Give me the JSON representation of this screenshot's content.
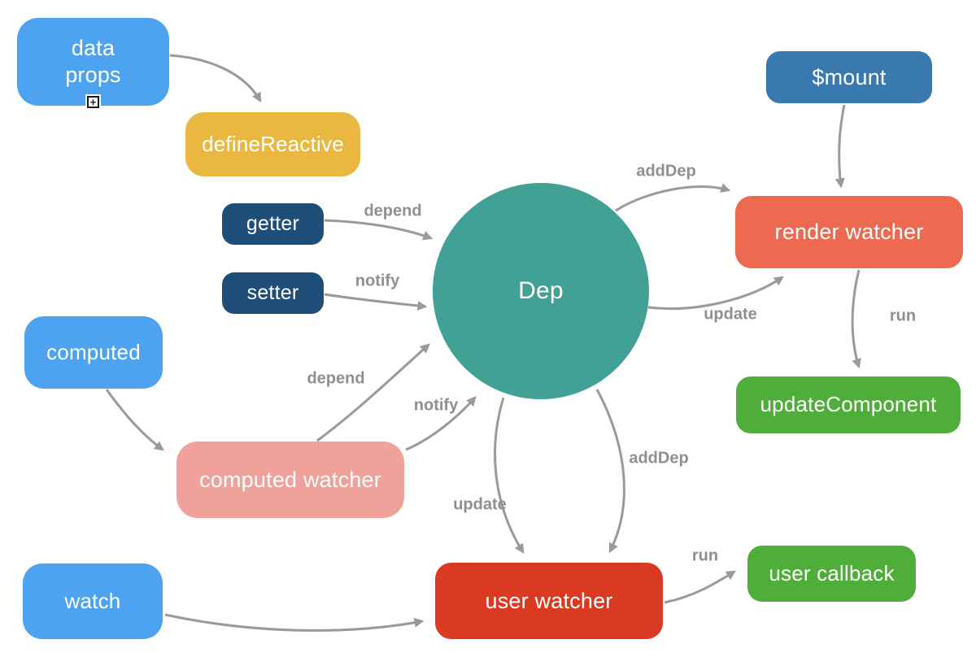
{
  "colors": {
    "arrow": "#9a9a9a",
    "edge_label": "#8f8f8f",
    "light_blue": "#4da3f0",
    "yellow": "#eab841",
    "navy": "#1f4e79",
    "teal": "#40a194",
    "steel_blue": "#3a78b0",
    "coral": "#ed6a51",
    "pink": "#f0a19a",
    "red": "#da3a22",
    "green": "#4fae3a"
  },
  "nodes": {
    "data_props": {
      "label": "data\nprops",
      "color": "#4da3f0"
    },
    "define_reactive": {
      "label": "defineReactive",
      "color": "#eab841"
    },
    "getter": {
      "label": "getter",
      "color": "#1f4e79"
    },
    "setter": {
      "label": "setter",
      "color": "#1f4e79"
    },
    "computed": {
      "label": "computed",
      "color": "#4da3f0"
    },
    "computed_watcher": {
      "label": "computed watcher",
      "color": "#f0a19a"
    },
    "watch": {
      "label": "watch",
      "color": "#4da3f0"
    },
    "dep": {
      "label": "Dep",
      "color": "#40a194"
    },
    "mount": {
      "label": "$mount",
      "color": "#3a78b0"
    },
    "render_watcher": {
      "label": "render watcher",
      "color": "#ed6a51"
    },
    "update_component": {
      "label": "updateComponent",
      "color": "#4fae3a"
    },
    "user_watcher": {
      "label": "user watcher",
      "color": "#da3a22"
    },
    "user_callback": {
      "label": "user callback",
      "color": "#4fae3a"
    }
  },
  "edge_labels": {
    "getter_depend": "depend",
    "setter_notify": "notify",
    "render_adddep": "addDep",
    "render_update": "update",
    "render_run": "run",
    "computed_depend": "depend",
    "computed_notify": "notify",
    "user_update": "update",
    "user_adddep": "addDep",
    "user_run": "run"
  },
  "icons": {
    "expand": "+"
  }
}
